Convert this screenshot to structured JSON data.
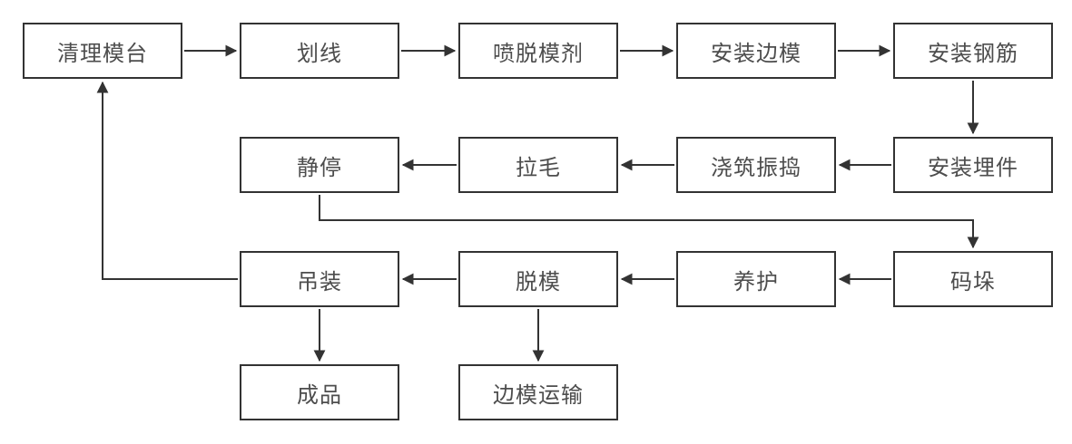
{
  "diagram": {
    "title": "precast-concrete-production-flowchart",
    "colors": {
      "background": "#ffffff",
      "box_border": "#333333",
      "text": "#4d4d4d",
      "arrow": "#333333"
    },
    "nodes": [
      {
        "id": "clean-mold-table",
        "label": "清理模台"
      },
      {
        "id": "marking-lines",
        "label": "划线"
      },
      {
        "id": "spray-release-agent",
        "label": "喷脱模剂"
      },
      {
        "id": "install-side-forms",
        "label": "安装边模"
      },
      {
        "id": "install-rebar",
        "label": "安装钢筋"
      },
      {
        "id": "resting",
        "label": "静停"
      },
      {
        "id": "roughening",
        "label": "拉毛"
      },
      {
        "id": "pouring-vibrating",
        "label": "浇筑振捣"
      },
      {
        "id": "install-embeds",
        "label": "安装埋件"
      },
      {
        "id": "hoisting",
        "label": "吊装"
      },
      {
        "id": "demolding",
        "label": "脱模"
      },
      {
        "id": "curing",
        "label": "养护"
      },
      {
        "id": "stacking",
        "label": "码垛"
      },
      {
        "id": "finished-product",
        "label": "成品"
      },
      {
        "id": "side-form-transport",
        "label": "边模运输"
      }
    ],
    "edges": [
      {
        "from": "clean-mold-table",
        "to": "marking-lines"
      },
      {
        "from": "marking-lines",
        "to": "spray-release-agent"
      },
      {
        "from": "spray-release-agent",
        "to": "install-side-forms"
      },
      {
        "from": "install-side-forms",
        "to": "install-rebar"
      },
      {
        "from": "install-rebar",
        "to": "install-embeds"
      },
      {
        "from": "install-embeds",
        "to": "pouring-vibrating"
      },
      {
        "from": "pouring-vibrating",
        "to": "roughening"
      },
      {
        "from": "roughening",
        "to": "resting"
      },
      {
        "from": "resting",
        "to": "stacking"
      },
      {
        "from": "stacking",
        "to": "curing"
      },
      {
        "from": "curing",
        "to": "demolding"
      },
      {
        "from": "demolding",
        "to": "hoisting"
      },
      {
        "from": "hoisting",
        "to": "clean-mold-table"
      },
      {
        "from": "hoisting",
        "to": "finished-product"
      },
      {
        "from": "demolding",
        "to": "side-form-transport"
      }
    ]
  }
}
